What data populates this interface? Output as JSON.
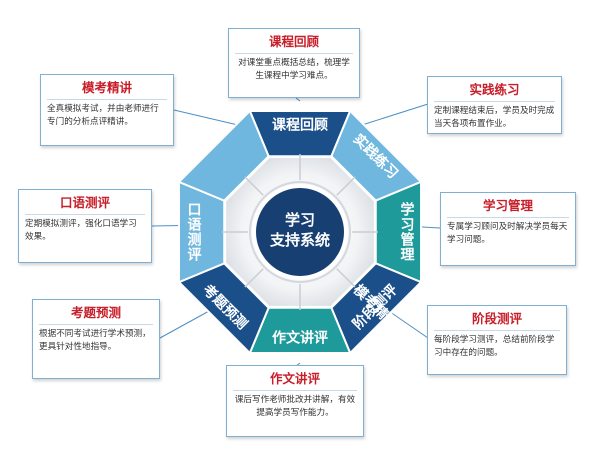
{
  "center": {
    "line1": "学习",
    "line2": "支持系统"
  },
  "ring": [
    {
      "id": "top",
      "label": "课程回顾"
    },
    {
      "id": "tr",
      "label": "实践练习"
    },
    {
      "id": "right",
      "label": "学习管理"
    },
    {
      "id": "br",
      "label": "阶段测评"
    },
    {
      "id": "bottom",
      "label": "作文讲评"
    },
    {
      "id": "bl",
      "label": "考题预测"
    },
    {
      "id": "left",
      "label": "口语测评"
    },
    {
      "id": "tl",
      "label": "模考精讲"
    }
  ],
  "callouts": {
    "top": {
      "title": "课程回顾",
      "desc": "对课堂重点概括总结，梳理学生课程中学习难点。"
    },
    "tr": {
      "title": "实践练习",
      "desc": "定制课程结束后，学员及时完成当天各项布置作业。"
    },
    "right": {
      "title": "学习管理",
      "desc": "专属学习顾问及时解决学员每天学习问题。"
    },
    "br": {
      "title": "阶段测评",
      "desc": "每阶段学习测评，总结前阶段学习中存在的问题。"
    },
    "bottom": {
      "title": "作文讲评",
      "desc": "课后写作老师批改并讲解，有效提高学员写作能力。"
    },
    "bl": {
      "title": "考题预测",
      "desc": "根据不同考试进行学术预测，更具针对性地指导。"
    },
    "left": {
      "title": "口语测评",
      "desc": "定期模拟测评，强化口语学习效果。"
    },
    "tl": {
      "title": "模考精讲",
      "desc": "全真模拟考试，并由老师进行专门的分析点评精讲。"
    }
  },
  "colors": {
    "dark_blue": "#1a4f8a",
    "light_blue": "#2a8fcf",
    "pale_blue": "#6fb7de",
    "teal": "#1f9a9a",
    "center": "#173f72",
    "title_red": "#c81e2a"
  }
}
